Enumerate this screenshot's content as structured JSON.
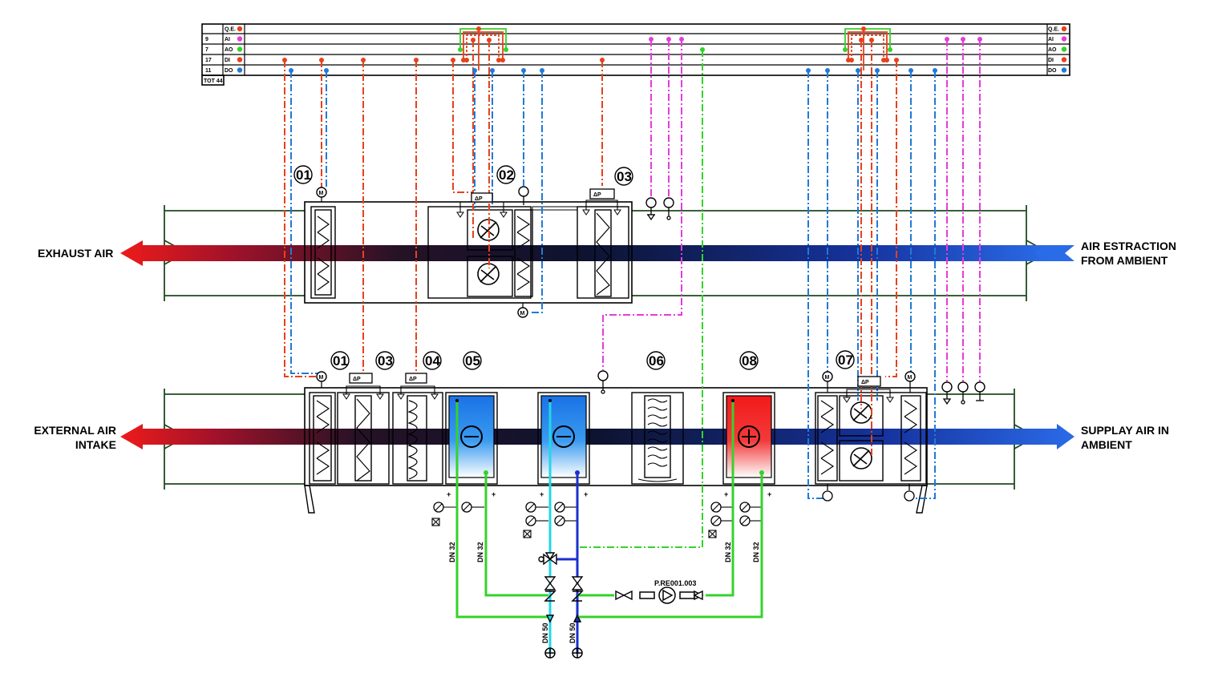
{
  "signal_table": {
    "rows": [
      {
        "count": "",
        "code": "Q.E.",
        "color": "#e8411b"
      },
      {
        "count": "9",
        "code": "AI",
        "color": "#e63cd8"
      },
      {
        "count": "7",
        "code": "AO",
        "color": "#35d22c"
      },
      {
        "count": "17",
        "code": "DI",
        "color": "#e8411b"
      },
      {
        "count": "11",
        "code": "DO",
        "color": "#1f7ad8"
      }
    ],
    "total": "TOT 44"
  },
  "labels": {
    "exhaust_air": "EXHAUST AIR",
    "air_extraction": [
      "AIR ESTRACTION",
      "FROM AMBIENT"
    ],
    "external_air": [
      "EXTERNAL AIR",
      "INTAKE"
    ],
    "supply_air": [
      "SUPPLAY AIR IN",
      "AMBIENT"
    ]
  },
  "component_numbers": {
    "upper_damper": "01",
    "upper_fan": "02",
    "upper_filter": "03",
    "lower_damper": "01",
    "lower_prefilter": "03",
    "lower_bagfilter": "04",
    "cooling_coil": "05",
    "humidifier": "06",
    "fan_section": "07",
    "heating_coil": "08"
  },
  "pipe_labels": {
    "dn32_a": "DN 32",
    "dn32_b": "DN 32",
    "dn32_c": "DN 32",
    "dn32_d": "DN 32",
    "dn50_a": "DN 50",
    "dn50_b": "DN 50",
    "pump_tag": "P.RE001.003"
  },
  "symbols": {
    "motor": "M",
    "dp": "ΔP",
    "plus": "+",
    "minus": "−",
    "cool_sign": "−",
    "heat_sign": "+"
  },
  "colors": {
    "digital_red": "#e8411b",
    "digital_blue": "#1f7ad8",
    "analog_in": "#e63cd8",
    "analog_out": "#35d22c",
    "hot_water": "#1a2fd0",
    "chilled_water": "#22d6e8",
    "cooling_coil": "#1e7be6",
    "heating_coil": "#f01c1c",
    "duct_outline": "#1f4a1f"
  },
  "icons": [
    "motor-icon",
    "delta-p-icon",
    "fan-icon",
    "temperature-sensor-icon",
    "pump-icon",
    "valve-icon",
    "gauge-icon"
  ]
}
